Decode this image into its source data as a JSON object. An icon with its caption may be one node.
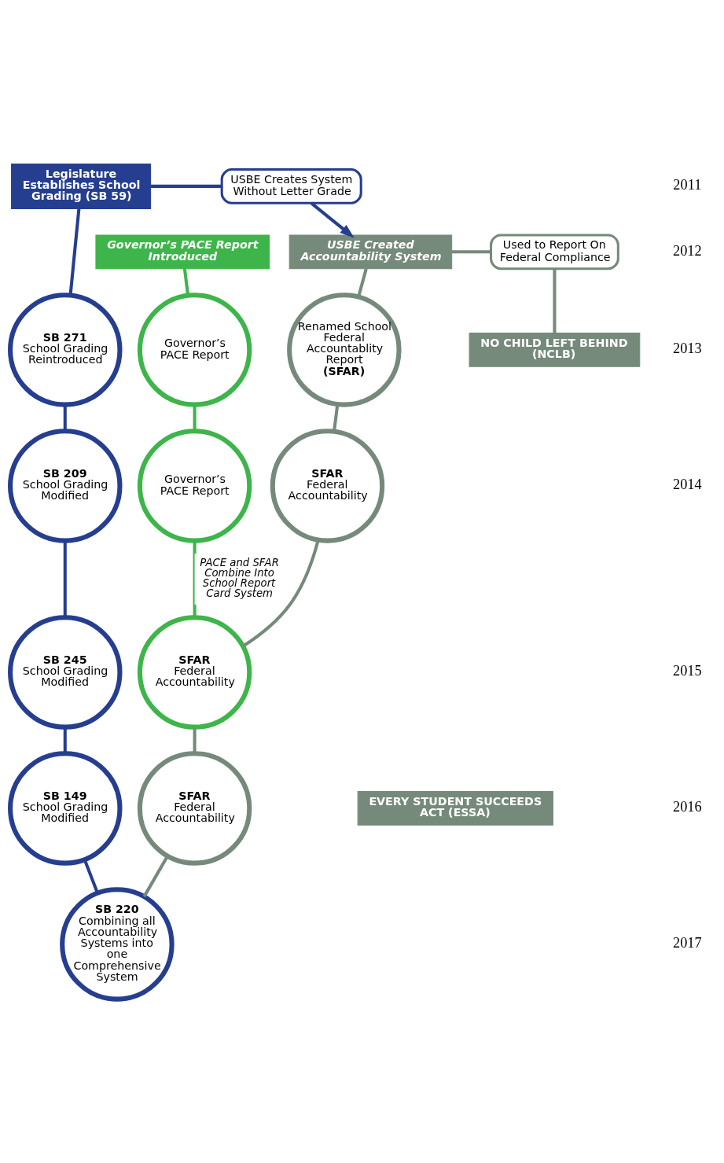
{
  "diagram": {
    "nodes": [
      {
        "text": [
          "Legislature Establishes School Grading (SB 59)"
        ]
      },
      {
        "text": [
          "USBE Creates System Without Letter Grade"
        ]
      },
      {
        "text": [
          "Governor’s PACE Report Introduced"
        ]
      },
      {
        "text": [
          "USBE Created Accountability System"
        ]
      },
      {
        "text": [
          "Used to Report On Federal Compliance"
        ]
      },
      {
        "text": [
          "SB 271",
          "School Grading Reintroduced"
        ]
      },
      {
        "text": [
          "Governor’s PACE Report"
        ]
      },
      {
        "text": [
          "Renamed School Federal Accountablity Report",
          "(SFAR)"
        ]
      },
      {
        "text": [
          "SB 209",
          "School Grading Modified"
        ]
      },
      {
        "text": [
          "Governor’s PACE Report"
        ]
      },
      {
        "text": [
          "SFAR",
          "Federal Accountability"
        ]
      },
      {
        "text": [
          "SB 245",
          "School Grading Modified"
        ]
      },
      {
        "text": [
          "SFAR",
          "Federal Accountability"
        ]
      },
      {
        "text": [
          "SB 149",
          "School Grading Modified"
        ]
      },
      {
        "text": [
          "SFAR",
          "Federal Accountability"
        ]
      },
      {
        "text": [
          "SB 220",
          "Combining all Accountability Systems into one Comprehensive System"
        ]
      },
      {
        "text": [
          "NO CHILD LEFT BEHIND (NCLB)"
        ]
      },
      {
        "text": [
          "EVERY STUDENT SUCCEEDS ACT (ESSA)"
        ]
      }
    ],
    "edges": [
      {
        "from": 0,
        "to": 5,
        "arrow": "none",
        "color": "#253e8f"
      },
      {
        "from": 0,
        "to": 1,
        "arrow": "none",
        "color": "#253e8f"
      },
      {
        "from": 1,
        "to": 3,
        "arrow": "to",
        "color": "#253e8f"
      },
      {
        "from": 3,
        "to": 4,
        "arrow": "none"
      },
      {
        "from": 4,
        "to": 16,
        "arrow": "none"
      },
      {
        "from": 2,
        "to": 6,
        "arrow": "none",
        "color": "#3db54a"
      },
      {
        "from": 3,
        "to": 7,
        "arrow": "none"
      },
      {
        "from": 5,
        "to": 8,
        "arrow": "none",
        "color": "#253e8f"
      },
      {
        "from": 6,
        "to": 9,
        "arrow": "none",
        "color": "#3db54a"
      },
      {
        "from": 7,
        "to": 10,
        "arrow": "none"
      },
      {
        "from": 8,
        "to": 11,
        "arrow": "none",
        "color": "#253e8f"
      },
      {
        "from": 9,
        "to": 12,
        "arrow": "none",
        "color": "#3db54a",
        "label": "PACE and SFAR Combine Into School Report Card System"
      },
      {
        "from": 10,
        "to": 12,
        "arrow": "none"
      },
      {
        "from": 11,
        "to": 13,
        "arrow": "none",
        "color": "#253e8f"
      },
      {
        "from": 12,
        "to": 14,
        "arrow": "none"
      },
      {
        "from": 13,
        "to": 15,
        "arrow": "none",
        "color": "#253e8f"
      },
      {
        "from": 14,
        "to": 15,
        "arrow": "none"
      }
    ],
    "labels": [
      "2011",
      "2012",
      "2013",
      "2014",
      "2015",
      "2016",
      "2017"
    ]
  }
}
